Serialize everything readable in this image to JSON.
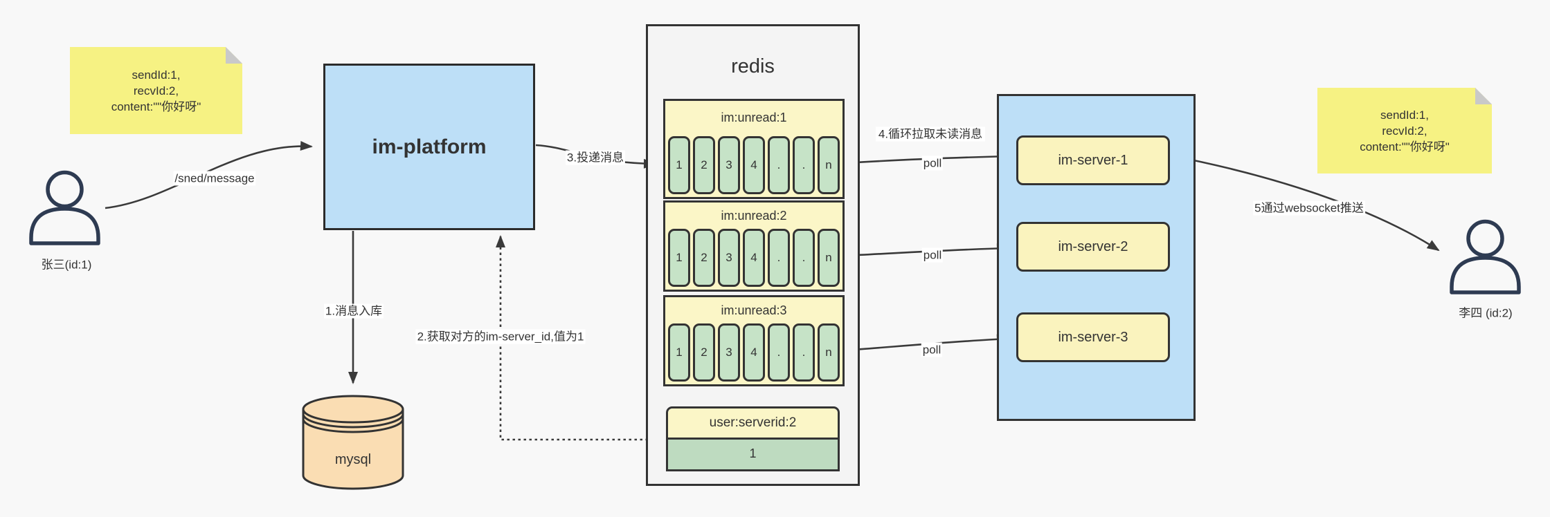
{
  "sticky_left": {
    "lines": [
      "sendId:1,",
      "recvId:2,",
      "content:\"\"你好呀\""
    ]
  },
  "sticky_right": {
    "lines": [
      "sendId:1,",
      "recvId:2,",
      "content:\"\"你好呀\""
    ]
  },
  "sender": {
    "label": "张三(id:1)"
  },
  "receiver": {
    "label": "李四 (id:2)"
  },
  "platform": {
    "label": "im-platform"
  },
  "database": {
    "label": "mysql"
  },
  "redis": {
    "title": "redis",
    "queues": [
      {
        "name": "im:unread:1",
        "cells": [
          "1",
          "2",
          "3",
          "4",
          ".",
          ".",
          "n"
        ]
      },
      {
        "name": "im:unread:2",
        "cells": [
          "1",
          "2",
          "3",
          "4",
          ".",
          ".",
          "n"
        ]
      },
      {
        "name": "im:unread:3",
        "cells": [
          "1",
          "2",
          "3",
          "4",
          ".",
          ".",
          "n"
        ]
      }
    ],
    "mapping": {
      "key": "user:serverid:2",
      "value": "1"
    }
  },
  "servers": [
    {
      "label": "im-server-1"
    },
    {
      "label": "im-server-2"
    },
    {
      "label": "im-server-3"
    }
  ],
  "labels": {
    "send_api": "/sned/message",
    "step1": "1.消息入库",
    "step2": "2.获取对方的im-server_id,值为1",
    "step3": "3.投递消息",
    "step4": "4.循环拉取未读消息",
    "step5": "5通过websocket推送",
    "poll": "poll"
  },
  "colors": {
    "background": "#f8f8f8",
    "sticky_yellow": "#f6f283",
    "box_blue": "#bddff7",
    "queue_yellow": "#fbf6c7",
    "cell_green": "#c6e3c7",
    "value_green": "#bedbc0",
    "server_yellow": "#faf3be",
    "mysql_tan": "#faddb3",
    "stroke_dark": "#333333"
  }
}
